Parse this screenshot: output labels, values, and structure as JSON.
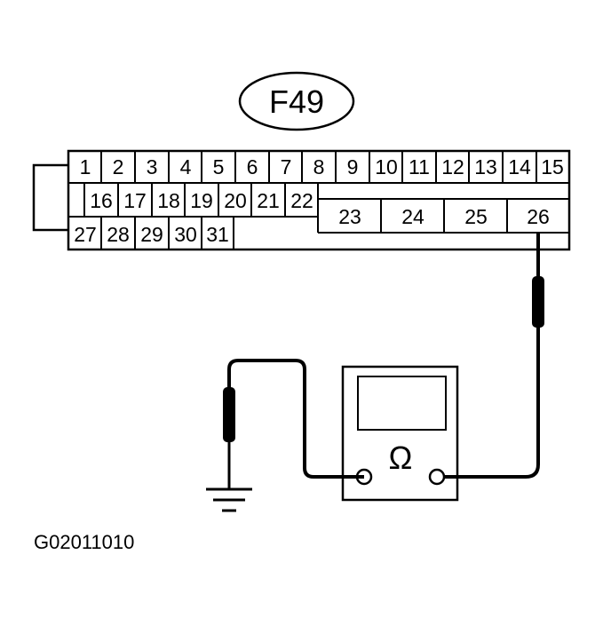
{
  "connector": {
    "label": "F49",
    "row1": [
      "1",
      "2",
      "3",
      "4",
      "5",
      "6",
      "7",
      "8",
      "9",
      "10",
      "11",
      "12",
      "13",
      "14",
      "15"
    ],
    "row2": [
      "16",
      "17",
      "18",
      "19",
      "20",
      "21",
      "22"
    ],
    "row3": [
      "27",
      "28",
      "29",
      "30",
      "31"
    ],
    "block": [
      "23",
      "24",
      "25",
      "26"
    ]
  },
  "meter": {
    "symbol": "Ω"
  },
  "figure_code": "G02011010"
}
